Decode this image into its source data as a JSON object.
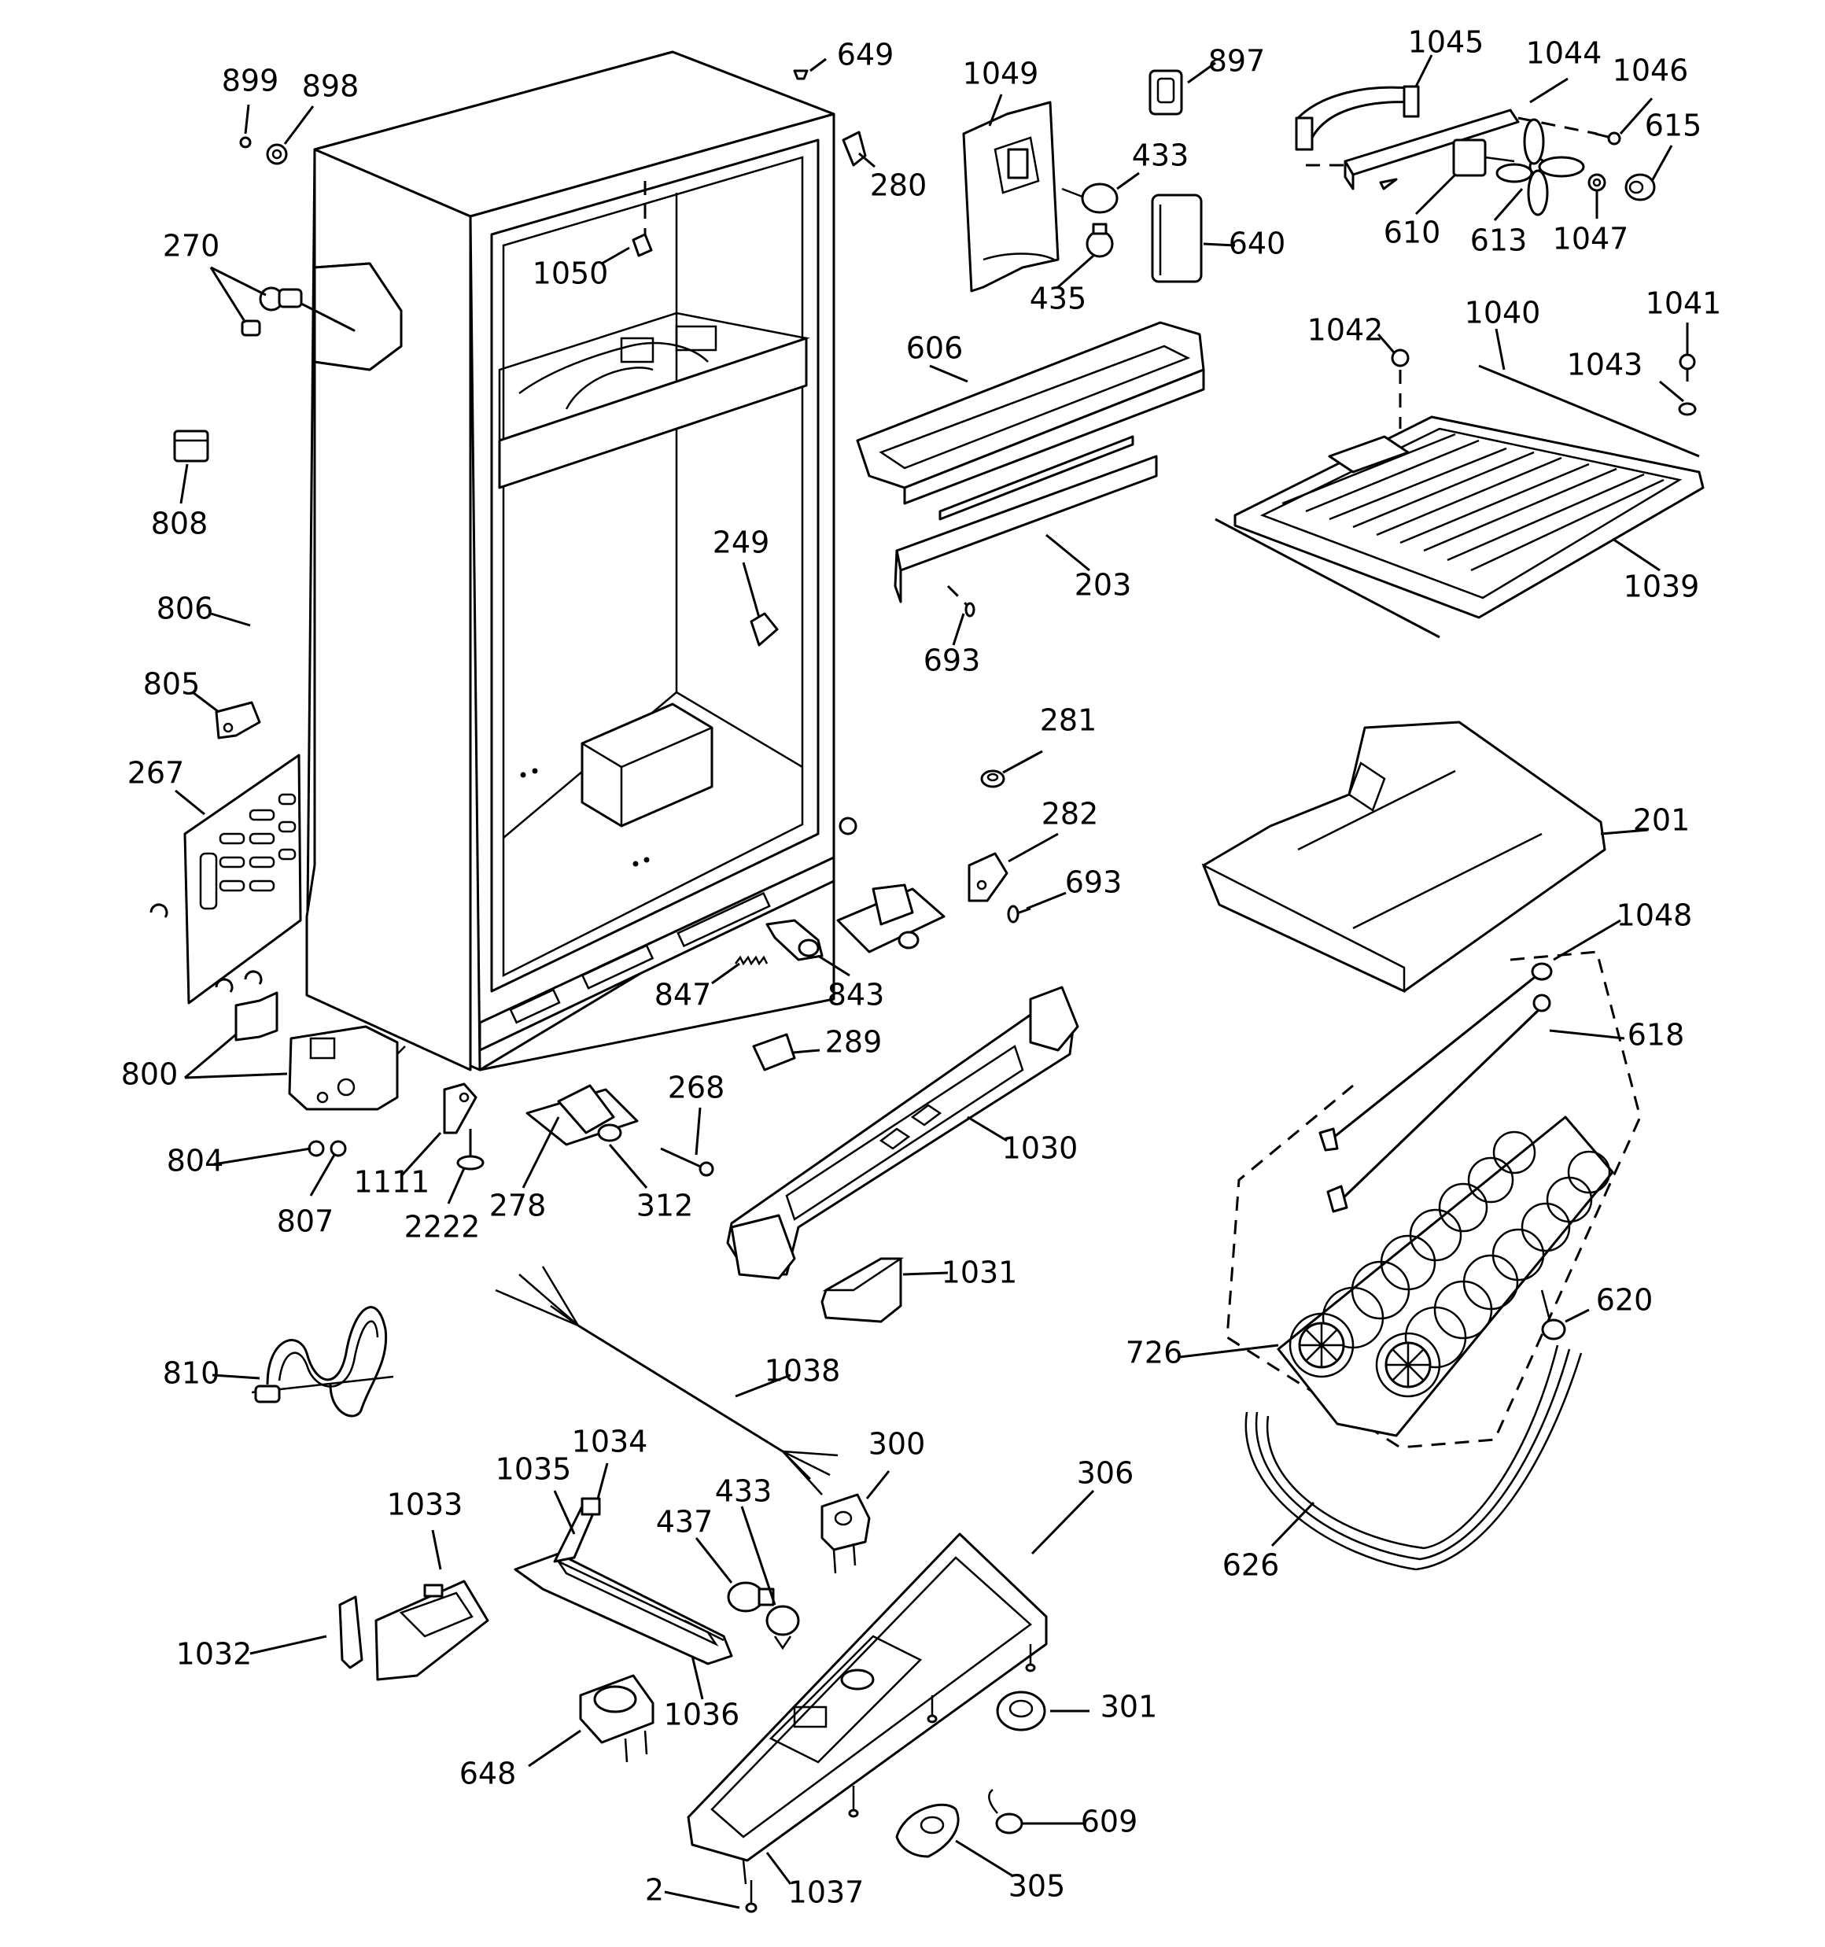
{
  "labels": {
    "l899": "899",
    "l898": "898",
    "l649": "649",
    "l1049": "1049",
    "l897": "897",
    "l1045": "1045",
    "l1044": "1044",
    "l1046": "1046",
    "l615": "615",
    "l280": "280",
    "l433a": "433",
    "l640": "640",
    "l610": "610",
    "l613": "613",
    "l1047": "1047",
    "l270": "270",
    "l1050": "1050",
    "l435": "435",
    "l606": "606",
    "l1042": "1042",
    "l1040": "1040",
    "l1041": "1041",
    "l1043": "1043",
    "l808": "808",
    "l249": "249",
    "l806": "806",
    "l203": "203",
    "l1039": "1039",
    "l805": "805",
    "l693a": "693",
    "l281": "281",
    "l267": "267",
    "l201": "201",
    "l282": "282",
    "l693b": "693",
    "l1048": "1048",
    "l847": "847",
    "l843": "843",
    "l618": "618",
    "l289": "289",
    "l800": "800",
    "l268": "268",
    "l1030": "1030",
    "l804": "804",
    "l1111": "1111",
    "l278": "278",
    "l312": "312",
    "l807": "807",
    "l2222": "2222",
    "l1031": "1031",
    "l620": "620",
    "l810": "810",
    "l726": "726",
    "l1038": "1038",
    "l1034": "1034",
    "l300": "300",
    "l306": "306",
    "l1035": "1035",
    "l433b": "433",
    "l1033": "1033",
    "l437": "437",
    "l626": "626",
    "l1032": "1032",
    "l1036": "1036",
    "l301": "301",
    "l648": "648",
    "l609": "609",
    "l2": "2",
    "l1037": "1037",
    "l305": "305"
  }
}
